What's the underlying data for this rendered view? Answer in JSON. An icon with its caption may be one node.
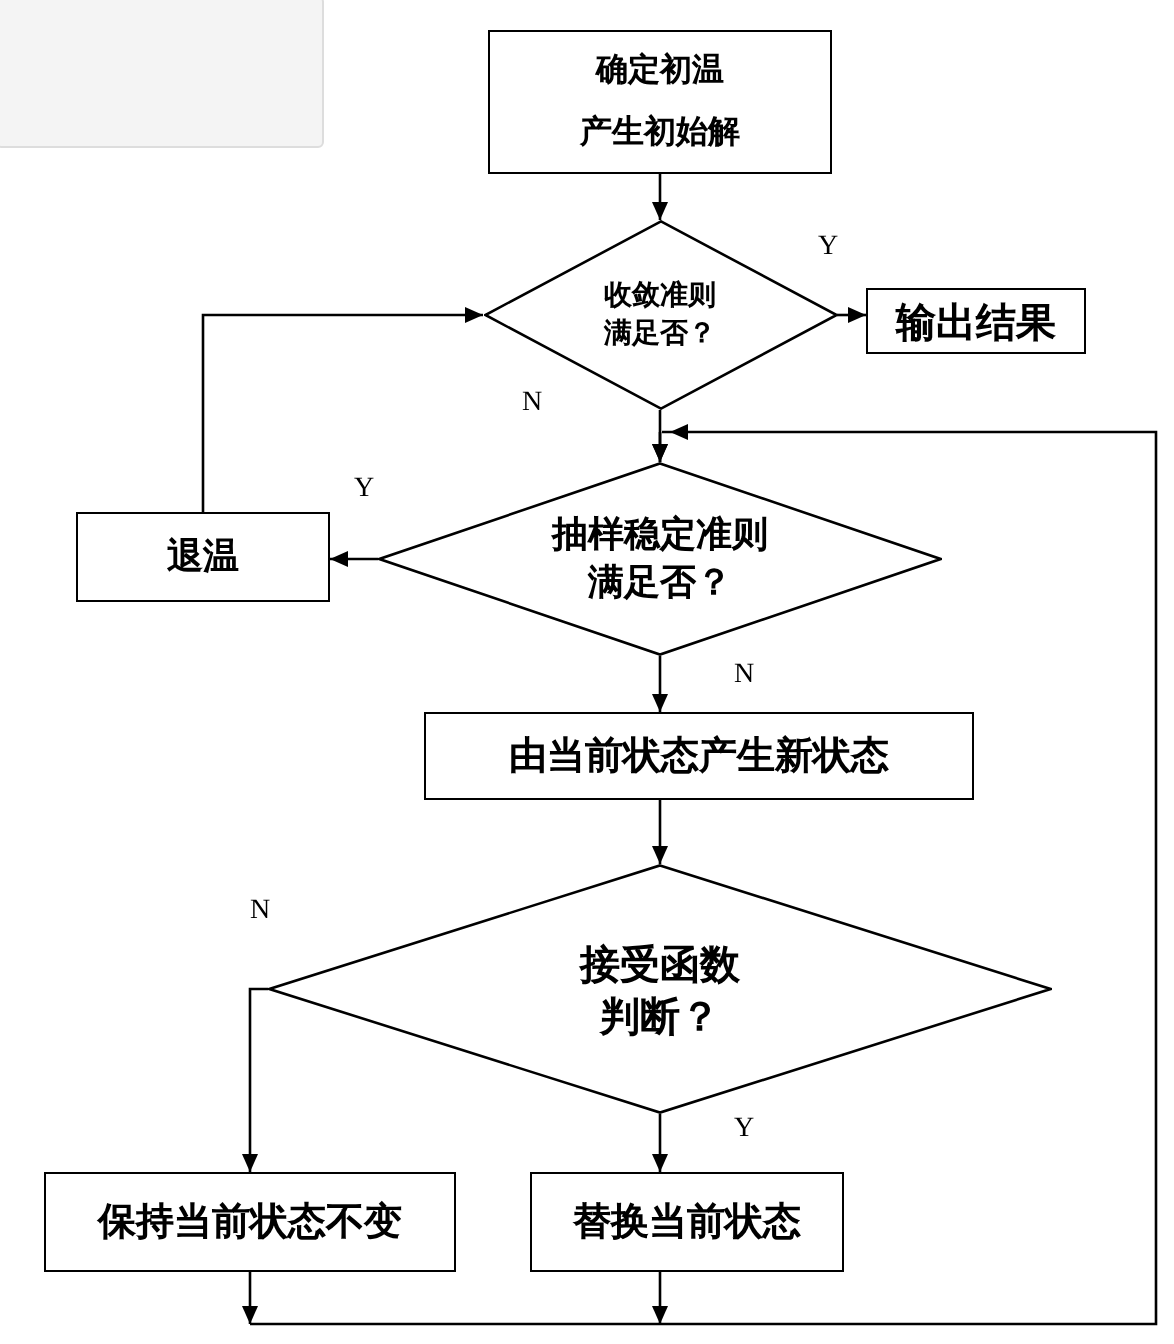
{
  "diagram": {
    "nodes": [
      {
        "text": [
          "确定初温",
          "产生初始解"
        ]
      },
      {
        "text": [
          "收敛准则满足否？"
        ]
      },
      {
        "text": [
          "输出结果"
        ]
      },
      {
        "text": [
          "退温"
        ]
      },
      {
        "text": [
          "抽样稳定准则满足否？"
        ]
      },
      {
        "text": [
          "由当前状态产生新状态"
        ]
      },
      {
        "text": [
          "接受函数判断？"
        ]
      },
      {
        "text": [
          "保持当前状态不变"
        ]
      },
      {
        "text": [
          "替换当前状态"
        ]
      }
    ],
    "edges": [
      {
        "from": 0,
        "to": 1,
        "arrow": "to"
      },
      {
        "from": 1,
        "to": 2,
        "arrow": "to",
        "label": "Y"
      },
      {
        "from": 1,
        "to": 4,
        "arrow": "to",
        "label": "N"
      },
      {
        "from": 4,
        "to": 3,
        "arrow": "to",
        "label": "Y"
      },
      {
        "from": 3,
        "to": 1,
        "arrow": "to"
      },
      {
        "from": 4,
        "to": 5,
        "arrow": "to",
        "label": "N"
      },
      {
        "from": 5,
        "to": 6,
        "arrow": "to"
      },
      {
        "from": 6,
        "to": 7,
        "arrow": "to",
        "label": "N"
      },
      {
        "from": 6,
        "to": 8,
        "arrow": "to",
        "label": "Y"
      },
      {
        "from": 7,
        "to": 4,
        "arrow": "to"
      },
      {
        "from": 8,
        "to": 4,
        "arrow": "to"
      }
    ]
  }
}
